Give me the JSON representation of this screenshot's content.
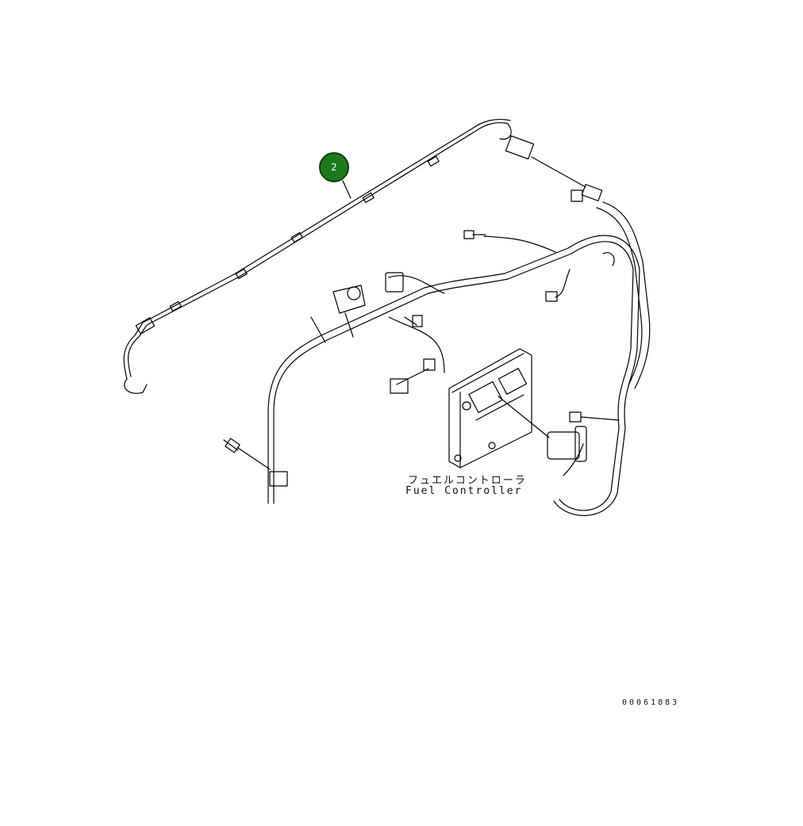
{
  "callouts": [
    {
      "number": "2"
    }
  ],
  "labels": {
    "fuel_controller_jp": "フュエルコントローラ",
    "fuel_controller_en": "Fuel Controller"
  },
  "drawing_number": "00061883",
  "colors": {
    "callout_fill": "#1a7a1a",
    "callout_border": "#0b3d0b",
    "line": "#000000"
  }
}
